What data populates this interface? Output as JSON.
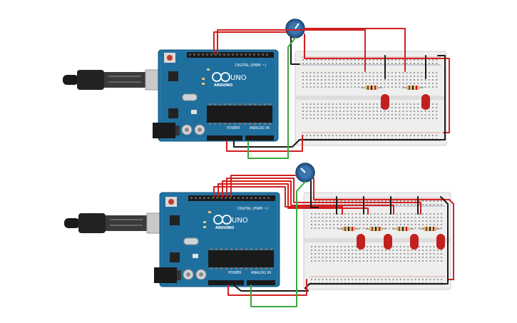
{
  "boards": [
    {
      "logo": "ARDUINO",
      "model": "UNO",
      "digital_label": "DIGITAL (PWM ~)",
      "analog_label": "ANALOG IN",
      "power_label": "POWER",
      "led_count": 2
    },
    {
      "logo": "ARDUINO",
      "model": "UNO",
      "digital_label": "DIGITAL (PWM ~)",
      "analog_label": "ANALOG IN",
      "power_label": "POWER",
      "led_count": 4
    }
  ],
  "colors": {
    "board": "#1f6f9e",
    "board_dark": "#175a82",
    "wire_red": "#d21f1f",
    "wire_black": "#1a1a1a",
    "wire_green": "#3aa83a",
    "led": "#c21f1f",
    "breadboard": "#eeeeee",
    "knob": "#2a5f93"
  }
}
